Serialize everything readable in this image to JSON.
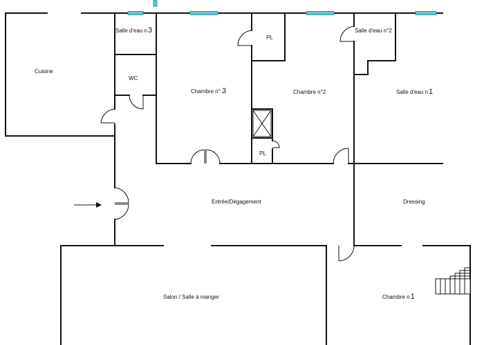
{
  "rooms": {
    "salle_eau_3": {
      "prefix": "Salle d'eau n",
      "num": "3"
    },
    "cuisine": "Cuisine",
    "wc": "WC",
    "chambre_3": {
      "prefix": "Chambre n° ",
      "num": "3"
    },
    "pl_top": "PL",
    "chambre_2": "Chambre n°2",
    "salle_eau_2": "Salle d'eau n°2",
    "salle_eau_1": {
      "prefix": "Salle d'eau n",
      "num": "1"
    },
    "pl_bottom": "PL",
    "entree": "Entrée/Dégagement",
    "dressing": "Dressing",
    "salon": "Salon / Salle à manger",
    "chambre_1": {
      "prefix": "Chambre n",
      "num": "1"
    }
  },
  "colors": {
    "window": "#5ec8d6",
    "wall": "#111111"
  },
  "icons": {
    "entrance": "entrance-arrow-icon",
    "stairs": "stairs-icon",
    "shaft": "shaft-cross-icon"
  }
}
